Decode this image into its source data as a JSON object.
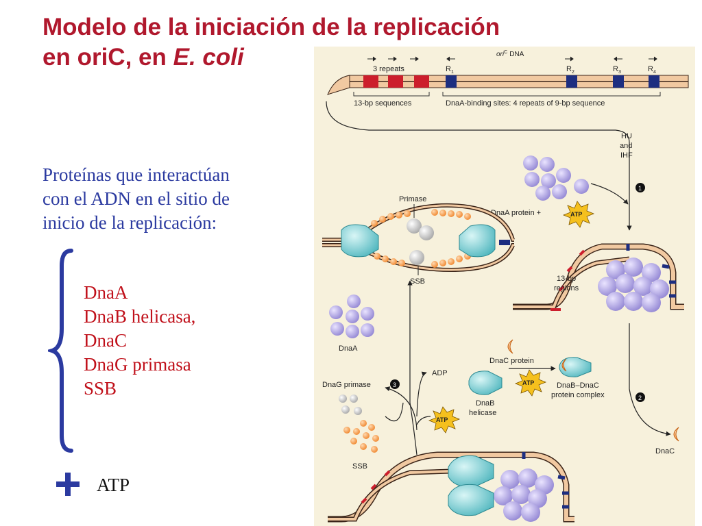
{
  "title": {
    "line1": "Modelo de la iniciación de la replicación",
    "line2_prefix": "en oriC, en ",
    "line2_italic": "E. coli"
  },
  "intro": {
    "line1": "Proteínas que interactúan",
    "line2": "con el ADN en el sitio de",
    "line3": "inicio de la replicación:"
  },
  "proteins": [
    "DnaA",
    "DnaB helicasa,",
    "DnaC",
    "DnaG primasa",
    "SSB"
  ],
  "plus_label": "ATP",
  "colors": {
    "title": "#b0182d",
    "intro": "#2b3aa0",
    "proteins": "#c0101a",
    "brace": "#2b3aa0",
    "figure_bg": "#f7f1dc"
  },
  "figure": {
    "ori_dna": "DNA",
    "ori_prefix": "ori",
    "ori_sup": "C",
    "three_repeats": "3 repeats",
    "r1": "R",
    "r1_sub": "1",
    "r2": "R",
    "r2_sub": "2",
    "r3": "R",
    "r3_sub": "3",
    "r4": "R",
    "r4_sub": "4",
    "bp13_sequences": "13-bp sequences",
    "dnaa_binding": "DnaA-binding sites: 4 repeats of 9-bp sequence",
    "hu": "HU",
    "and": "and",
    "ihf": "IHF",
    "step1": "1",
    "step2": "2",
    "step3": "3",
    "dnaa_protein": "DnaA protein +",
    "atp": "ATP",
    "primase": "Primase",
    "ssb": "SSB",
    "bp13": "13-bp",
    "regions": "regions",
    "dnaa": "DnaA",
    "dnac_protein": "DnaC protein",
    "adp": "ADP",
    "dnag_primase": "DnaG primase",
    "dnab": "DnaB",
    "helicase": "helicase",
    "dnab_dnac": "DnaB–DnaC",
    "protein_complex": "protein complex",
    "dnac": "DnaC"
  }
}
